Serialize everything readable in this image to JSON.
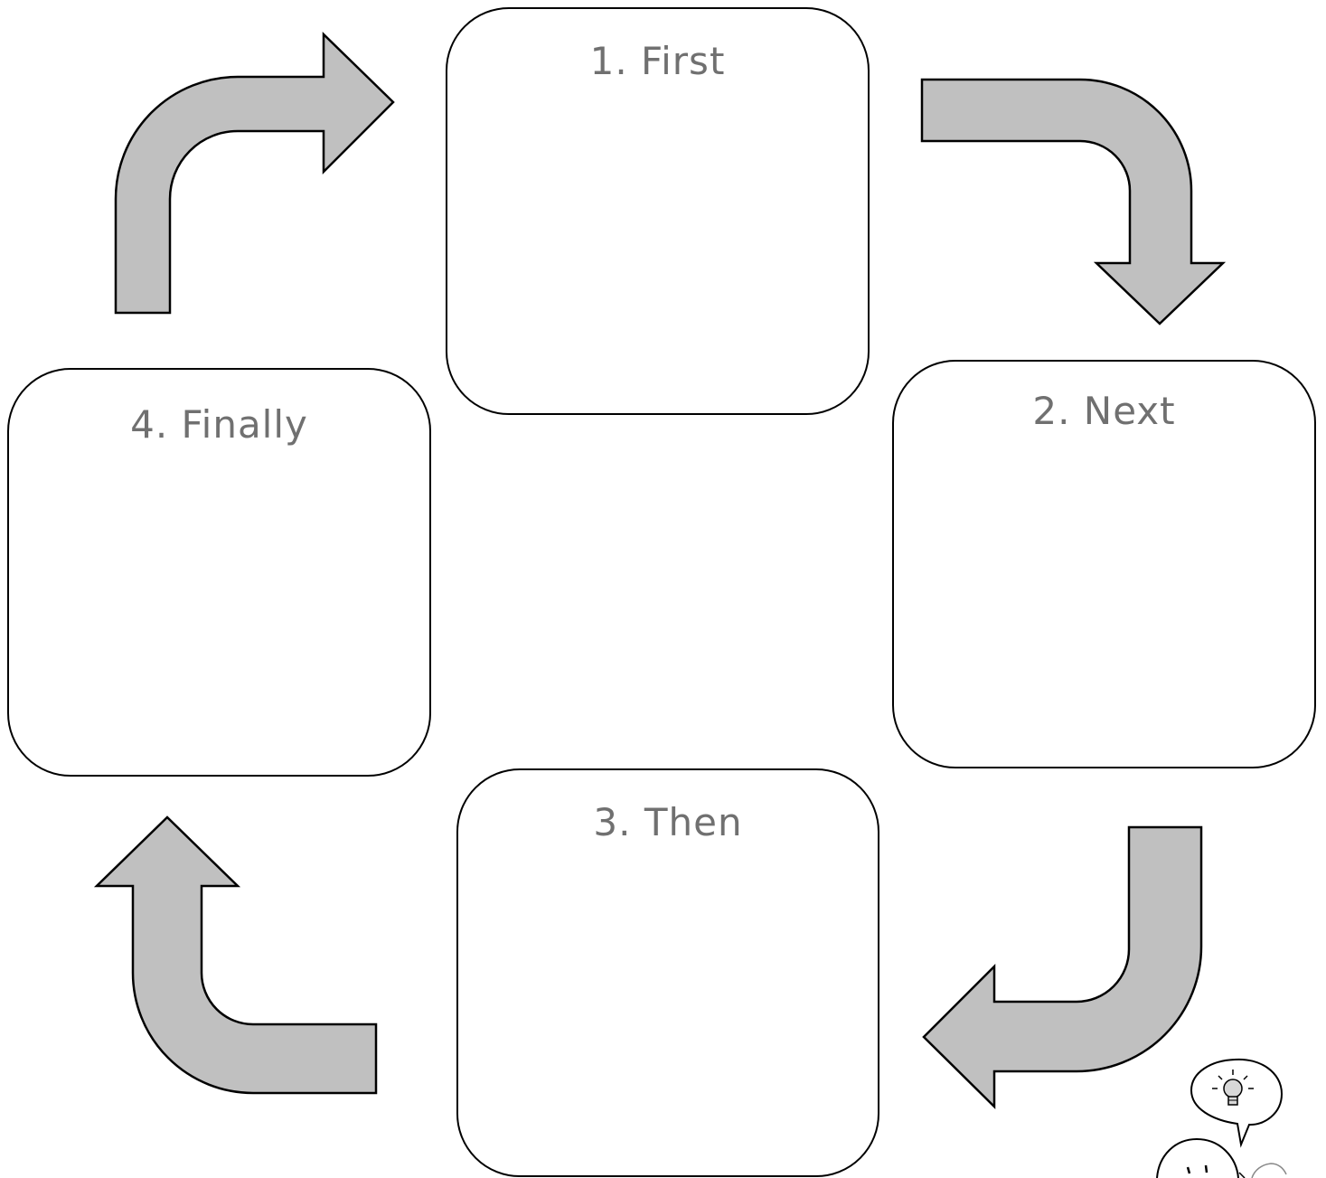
{
  "steps": [
    {
      "label": "1. First"
    },
    {
      "label": "2. Next"
    },
    {
      "label": "3. Then"
    },
    {
      "label": "4. Finally"
    }
  ],
  "colors": {
    "arrow_fill": "#c0c0c0",
    "stroke": "#000000",
    "label_text": "#707070"
  },
  "icons": [
    "lightbulb-speech-bubble-icon",
    "smiley-face-icon"
  ]
}
